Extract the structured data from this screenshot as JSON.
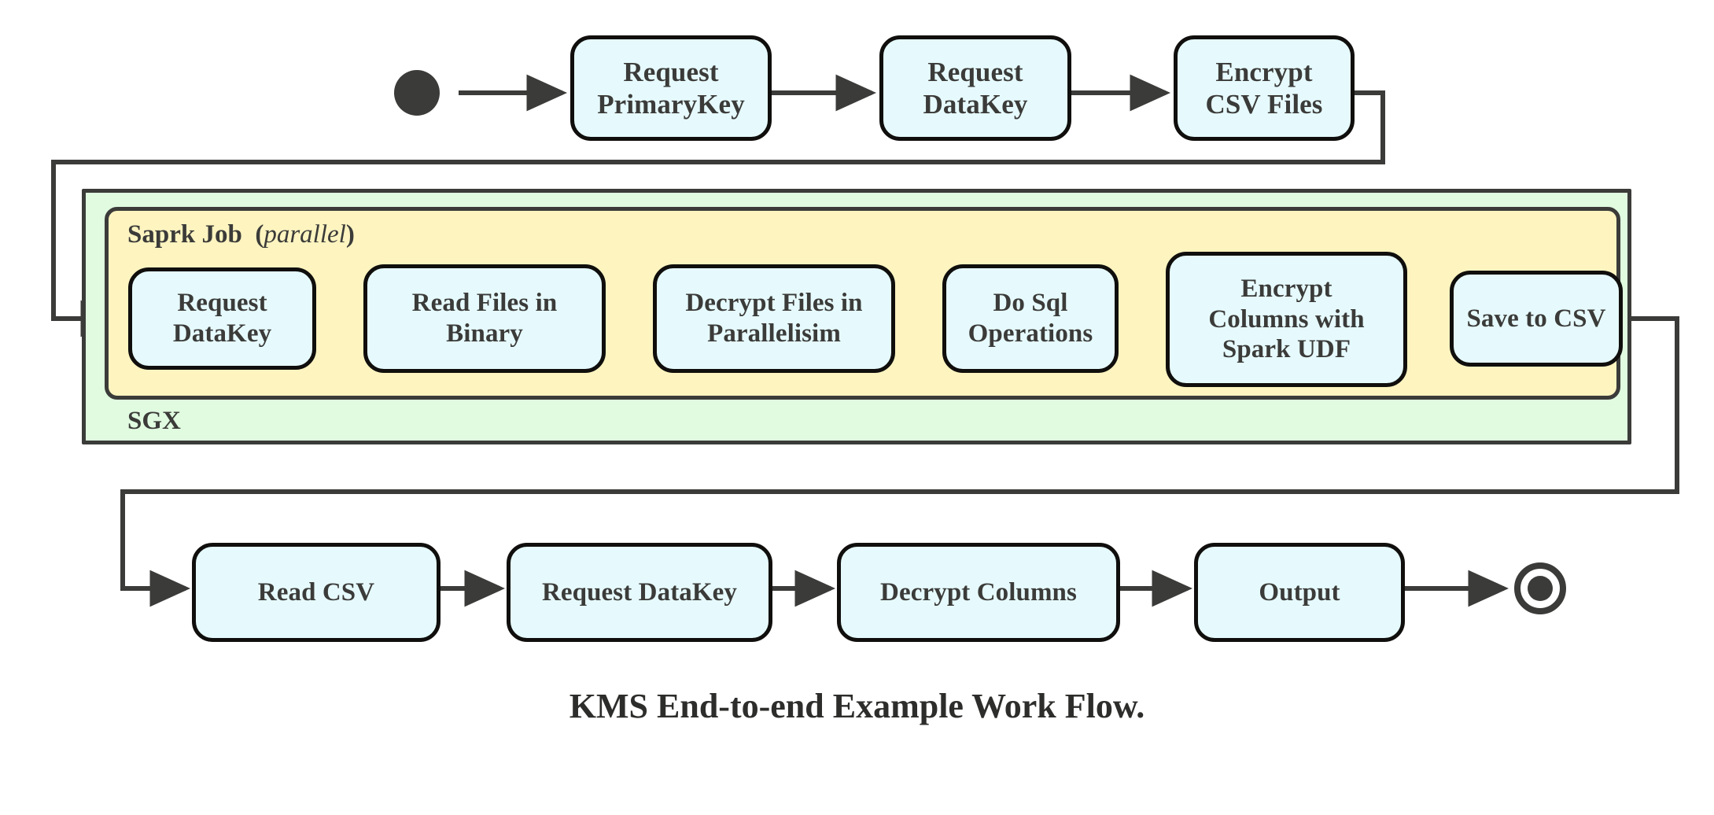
{
  "diagram": {
    "caption": "KMS End-to-end Example Work Flow.",
    "colors": {
      "node_fill": "#e6fafd",
      "node_stroke": "#100f0d",
      "sgx_fill": "#e0fbe0",
      "spark_fill": "#fdf4c0",
      "container_stroke": "#3b3b39",
      "edge_stroke": "#3b3b39",
      "text": "#3b3b39",
      "background": "#ffffff"
    },
    "terminals": {
      "start_label": "start-node",
      "end_label": "end-node"
    },
    "groups": {
      "sgx": {
        "label": "SGX"
      },
      "spark": {
        "label": "Saprk Job",
        "qualifier_open": "(",
        "qualifier": "parallel",
        "qualifier_close": ")"
      }
    },
    "rows": {
      "top": {
        "name": "top-row",
        "nodes": [
          {
            "id": "request-primarykey",
            "line1": "Request",
            "line2": "PrimaryKey"
          },
          {
            "id": "request-datakey-top",
            "line1": "Request",
            "line2": "DataKey"
          },
          {
            "id": "encrypt-csv-files",
            "line1": "Encrypt",
            "line2": "CSV Files"
          }
        ]
      },
      "spark": {
        "name": "spark-row",
        "nodes": [
          {
            "id": "request-datakey-spark",
            "line1": "Request",
            "line2": "DataKey"
          },
          {
            "id": "read-files-in-binary",
            "line1": "Read Files in",
            "line2": "Binary"
          },
          {
            "id": "decrypt-files-in-parallelisim",
            "line1": "Decrypt Files in",
            "line2": "Parallelisim"
          },
          {
            "id": "do-sql-operations",
            "line1": "Do Sql",
            "line2": "Operations"
          },
          {
            "id": "encrypt-columns-with-spark-udf",
            "line1": "Encrypt",
            "line2": "Columns with",
            "line3": "Spark UDF"
          },
          {
            "id": "save-to-csv",
            "line1": "Save to CSV"
          }
        ]
      },
      "bottom": {
        "name": "bottom-row",
        "nodes": [
          {
            "id": "read-csv",
            "line1": "Read CSV"
          },
          {
            "id": "request-datakey-bottom",
            "line1": "Request DataKey"
          },
          {
            "id": "decrypt-columns",
            "line1": "Decrypt Columns"
          },
          {
            "id": "output",
            "line1": "Output"
          }
        ]
      }
    },
    "edges": [
      {
        "from": "start-node",
        "to": "request-primarykey",
        "kind": "straight-arrow"
      },
      {
        "from": "request-primarykey",
        "to": "request-datakey-top",
        "kind": "straight-arrow"
      },
      {
        "from": "request-datakey-top",
        "to": "encrypt-csv-files",
        "kind": "straight-arrow"
      },
      {
        "from": "encrypt-csv-files",
        "to": "request-datakey-spark",
        "kind": "routed-feedback-left"
      },
      {
        "from": "request-datakey-spark",
        "to": "read-files-in-binary",
        "kind": "straight-arrow"
      },
      {
        "from": "read-files-in-binary",
        "to": "decrypt-files-in-parallelisim",
        "kind": "straight-arrow"
      },
      {
        "from": "decrypt-files-in-parallelisim",
        "to": "do-sql-operations",
        "kind": "straight-arrow"
      },
      {
        "from": "do-sql-operations",
        "to": "encrypt-columns-with-spark-udf",
        "kind": "straight-arrow"
      },
      {
        "from": "encrypt-columns-with-spark-udf",
        "to": "save-to-csv",
        "kind": "straight-arrow"
      },
      {
        "from": "save-to-csv",
        "to": "read-csv",
        "kind": "routed-feedback-right"
      },
      {
        "from": "read-csv",
        "to": "request-datakey-bottom",
        "kind": "straight-arrow"
      },
      {
        "from": "request-datakey-bottom",
        "to": "decrypt-columns",
        "kind": "straight-arrow"
      },
      {
        "from": "decrypt-columns",
        "to": "output",
        "kind": "straight-arrow"
      },
      {
        "from": "output",
        "to": "end-node",
        "kind": "straight-arrow"
      }
    ]
  }
}
